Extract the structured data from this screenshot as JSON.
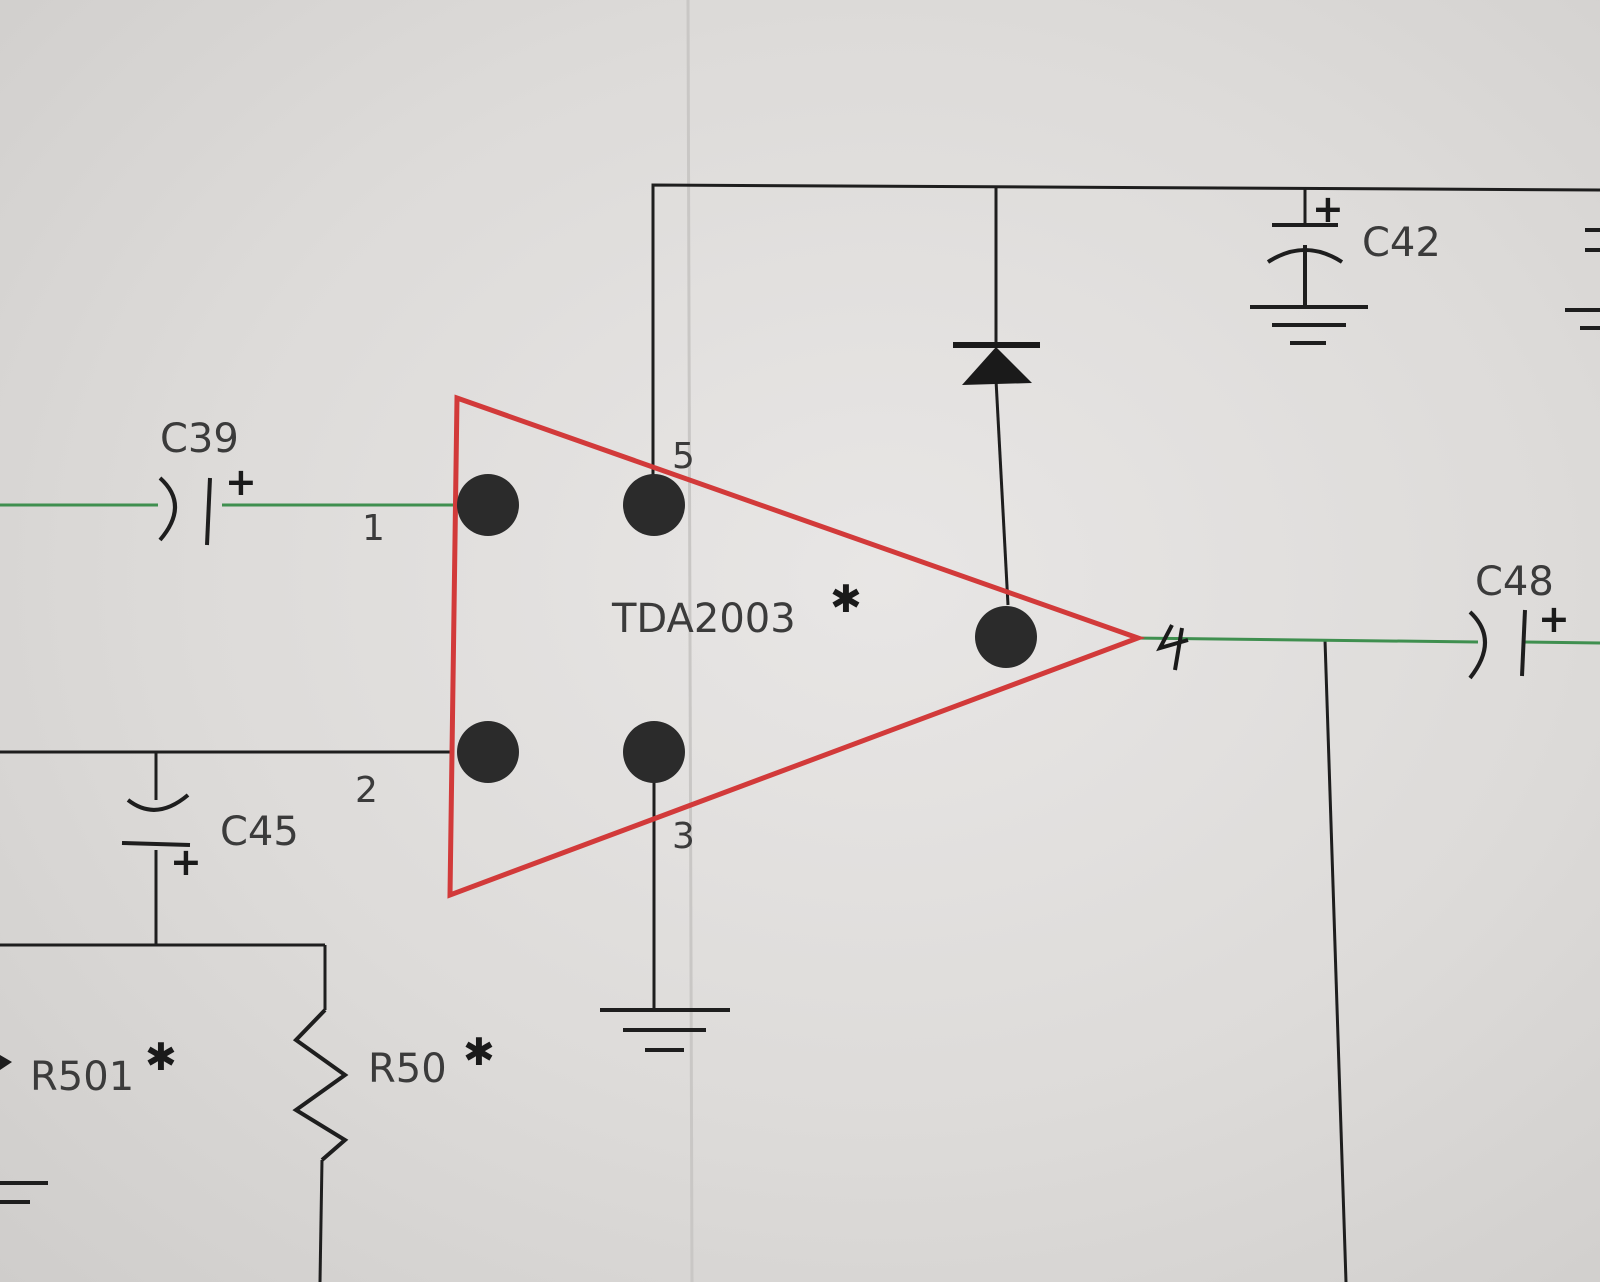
{
  "schematic": {
    "amplifier": {
      "part": "TDA2003",
      "mark": "✱",
      "outline_color": "#d23a3a"
    },
    "pins": {
      "p1": "1",
      "p2": "2",
      "p3": "3",
      "p5": "5",
      "p4": "4"
    },
    "components": {
      "c39": "C39",
      "c42": "C42",
      "c45": "C45",
      "c48": "C48",
      "r501": "R501",
      "r50": "R50"
    },
    "marks": {
      "asterisk": "✱",
      "plus": "+"
    },
    "colors": {
      "signal_wire": "#3f8f4f",
      "wire": "#1e1e1e",
      "pad": "#2b2b2b"
    }
  }
}
